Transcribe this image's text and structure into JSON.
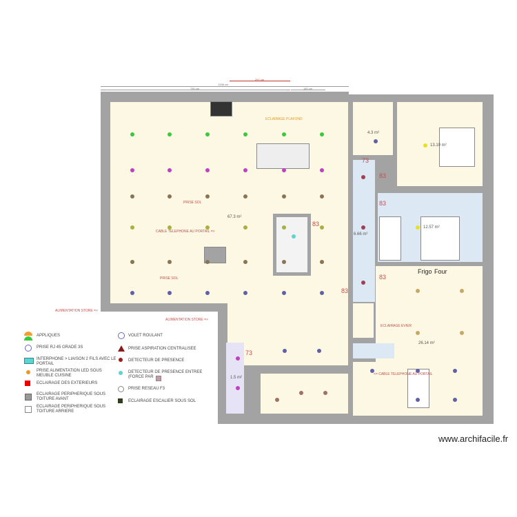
{
  "plan": {
    "rooms": {
      "living": "67.3 m²",
      "bath": "4.3 m²",
      "bedroom1": "13.10 m²",
      "hall": "6.66 m²",
      "bedroom2": "12.57 m²",
      "kitchen": "26.14 m²",
      "wc": "1.5 m²"
    },
    "labels": {
      "store_left": "ALIMENTATION STORE =>",
      "store_bottom": "ALIMENTATION STORE =>",
      "prise_sol_1": "PRISE SOL",
      "prise_sol_2": "PRISE SOL",
      "cable_tel_living": "CABLE TELEPHONE AU PORTAIL =>",
      "cable_tel_kitchen": "<= CABLE TELEPHONE AU PORTAIL",
      "eclairage_evier": "ECLAIRAGE EVIER",
      "eclairage_plafond": "ECLAIRAGE PLAFOND",
      "frigo": "Frigo",
      "four": "Four"
    },
    "numbers": [
      "73",
      "83",
      "83",
      "83",
      "83",
      "83",
      "73"
    ],
    "dimensions": {
      "top_total": "1338 cm",
      "top_left": "790 cm",
      "top_mid": "180 cm",
      "top_red": "297 cm"
    },
    "colors": {
      "wall": "#a3a3a3",
      "cream_room": "#fcf8e3",
      "blue_room": "#dde8f5",
      "lavender_room": "#e6e3f7",
      "accent_red": "#c0504d"
    }
  },
  "legend": {
    "left": [
      {
        "icon": "applique-icon",
        "label": "APPLIQUES"
      },
      {
        "icon": "rj45-icon",
        "label": "PRISE RJ 45 GRADE 3S"
      },
      {
        "icon": "interphone-icon",
        "label": "INTERPHONE > LIAISON 2 FILS AVEC LE PORTAIL"
      },
      {
        "icon": "led-outlet-icon",
        "label": "PRISE ALIMENTATION LED SOUS MEUBLE CUISINE"
      },
      {
        "icon": "exterior-light-icon",
        "label": "ECLAIRAGE DES EXTERIEURS"
      },
      {
        "icon": "front-roof-light-icon",
        "label": "ECLAIRAGE PERIPHERIQUE SOUS TOITURE AVANT"
      },
      {
        "icon": "rear-roof-light-icon",
        "label": "ECLAIRAGE PERIPHERIQUE SOUS TOITURE ARRIERE"
      }
    ],
    "right": [
      {
        "icon": "shutter-icon",
        "label": "VOLET ROULANT"
      },
      {
        "icon": "vacuum-outlet-icon",
        "label": "PRISE ASPIRATION CENTRALISEE"
      },
      {
        "icon": "presence-detector-icon",
        "label": "DETECTEUR DE PRESENCE"
      },
      {
        "icon": "entry-detector-icon",
        "label": "DETECTEUR DE PRESENCE ENTREE (FORCE PAR"
      },
      {
        "icon": "network-outlet-icon",
        "label": "PRISE RESEAU F3"
      },
      {
        "icon": "stair-light-icon",
        "label": "ECLAIRAGE ESCALIER SOUS SOL"
      }
    ]
  },
  "footer": {
    "watermark": "www.archifacile.fr"
  }
}
